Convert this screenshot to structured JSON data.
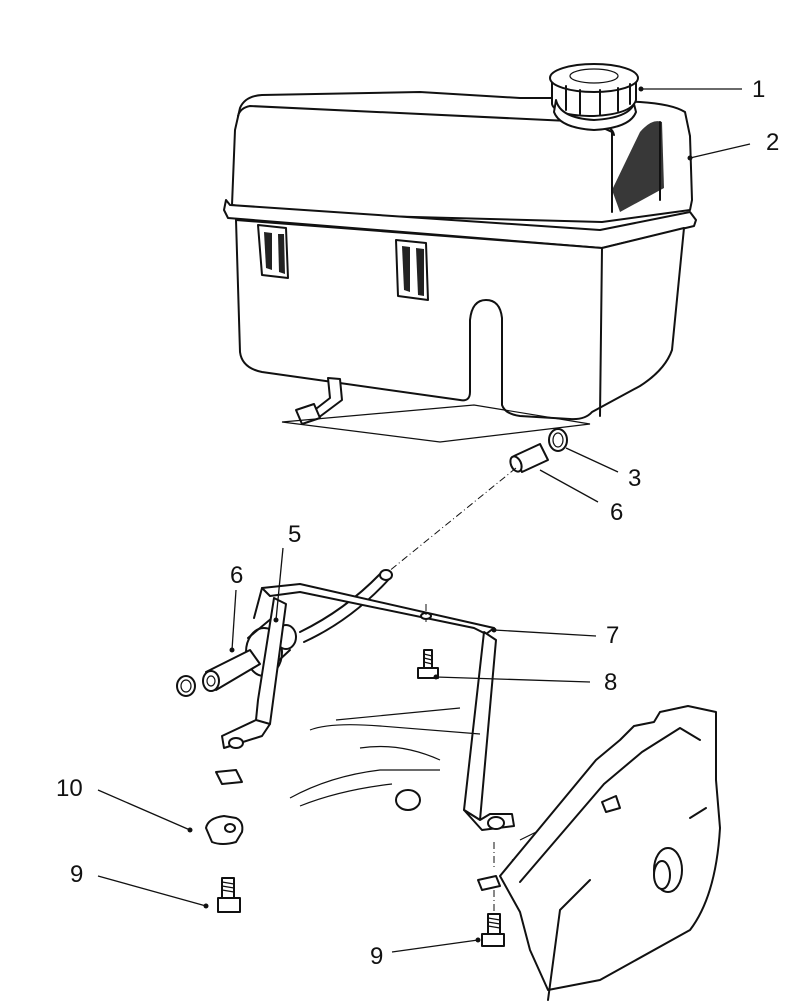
{
  "labels": {
    "l1": "1",
    "l2": "2",
    "l3": "3",
    "l5": "5",
    "l6a": "6",
    "l6b": "6",
    "l7": "7",
    "l8": "8",
    "l9a": "9",
    "l9b": "9",
    "l10": "10"
  }
}
